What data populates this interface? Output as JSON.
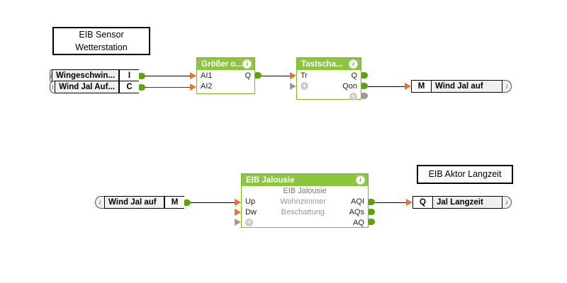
{
  "diagram": {
    "title_boxes": [
      {
        "name": "eib-sensor-wetterstation",
        "line1": "EIB Sensor",
        "line2": "Wetterstation"
      },
      {
        "name": "eib-aktor-langzeit",
        "line1": "EIB Aktor Langzeit",
        "line2": ""
      }
    ],
    "io_pills": [
      {
        "name": "input-wingeschwindigkeit",
        "label": "Wingeschwin...",
        "key": "I",
        "info": "i",
        "side": "left"
      },
      {
        "name": "input-wind-jal-auf",
        "label": "Wind Jal Auf...",
        "key": "C",
        "info": "i",
        "side": "left"
      },
      {
        "name": "output-wind-jal-auf",
        "label": "Wind Jal auf",
        "key": "M",
        "info": "i",
        "side": "right"
      },
      {
        "name": "input-wind-jal-auf-2",
        "label": "Wind Jal auf",
        "key": "M",
        "info": "i",
        "side": "left"
      },
      {
        "name": "output-jal-langzeit",
        "label": "Jal Langzeit",
        "key": "Q",
        "info": "i",
        "side": "right"
      }
    ],
    "blocks": [
      {
        "name": "block-groesser-oder",
        "title": "Größer o...",
        "info": "i",
        "subtitle": "",
        "inputs": [
          "AI1",
          "AI2"
        ],
        "outputs": [
          "Q",
          ""
        ],
        "rows": [
          {
            "in": "AI1",
            "mid": "",
            "out": "Q"
          },
          {
            "in": "AI2",
            "mid": "",
            "out": ""
          }
        ]
      },
      {
        "name": "block-tastschalter",
        "title": "Tastscha...",
        "info": "i",
        "subtitle": "",
        "rows": [
          {
            "in": "Tr",
            "mid": "",
            "out": "Q"
          },
          {
            "in": "+",
            "mid": "",
            "out": "Qon"
          },
          {
            "in": "",
            "mid": "",
            "out": "+"
          }
        ]
      },
      {
        "name": "block-eib-jalousie",
        "title": "EIB Jalousie",
        "info": "i",
        "subtitle": "EIB Jalousie",
        "rows": [
          {
            "in": "Up",
            "mid": "Wohnzimmer",
            "out": "AQI"
          },
          {
            "in": "Dw",
            "mid": "Beschattung",
            "out": "AQs"
          },
          {
            "in": "+",
            "mid": "",
            "out": "AQ"
          }
        ]
      }
    ],
    "colors": {
      "block_header": "#8cc63e",
      "block_border": "#7ab51d",
      "input_arrow": "#f36f21",
      "input_arrow_disabled": "#9a9a9a",
      "output_dot": "#5aa40a",
      "wire": "#000000",
      "wire_alt": "#8b1a1a",
      "canvas": "#ffffff"
    }
  }
}
